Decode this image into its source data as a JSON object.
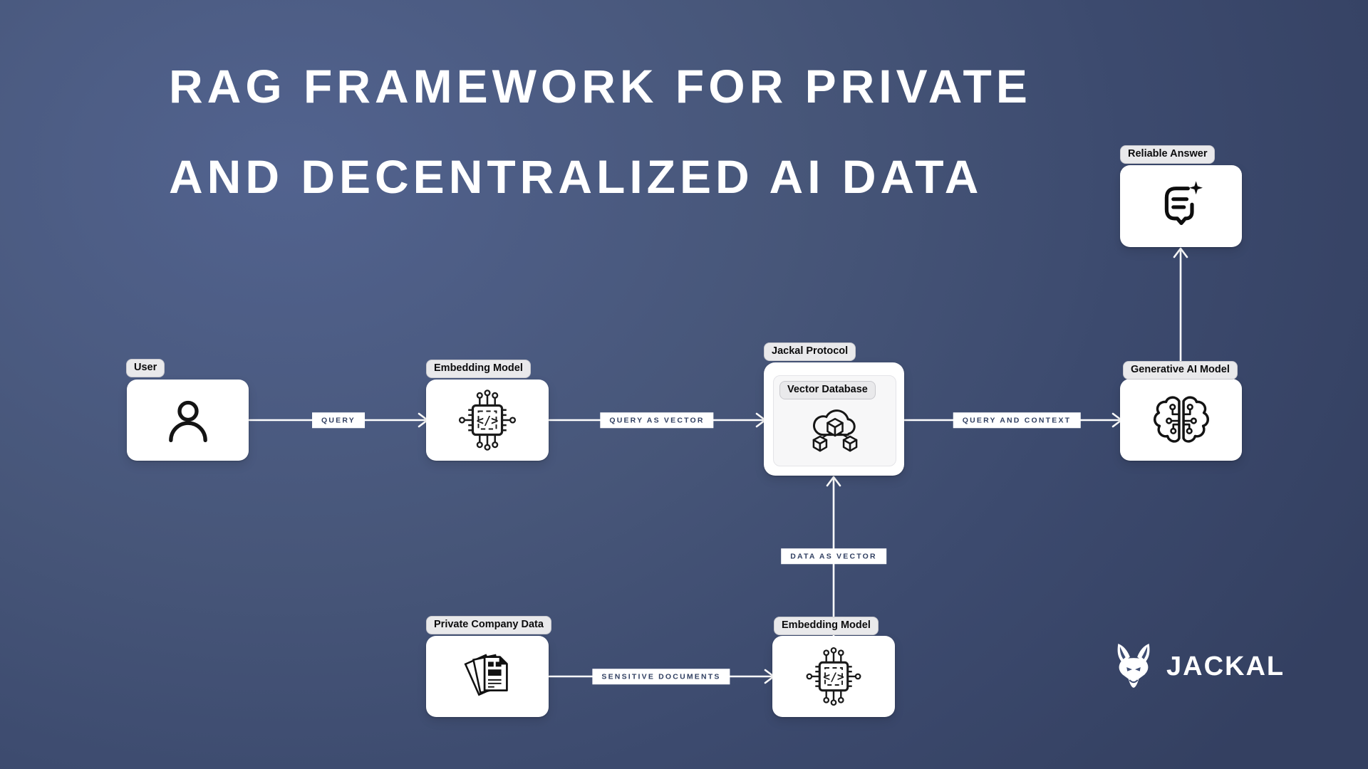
{
  "title": {
    "line1": "RAG FRAMEWORK FOR PRIVATE",
    "line2": "AND DECENTRALIZED AI DATA"
  },
  "nodes": {
    "user": {
      "label": "User",
      "icon": "user-icon"
    },
    "embedding_top": {
      "label": "Embedding Model",
      "icon": "chip-icon"
    },
    "jackal_protocol": {
      "label": "Jackal Protocol"
    },
    "vector_database": {
      "label": "Vector Database",
      "icon": "vector-database-icon"
    },
    "generative_ai": {
      "label": "Generative AI Model",
      "icon": "brain-circuit-icon"
    },
    "reliable_answer": {
      "label": "Reliable Answer",
      "icon": "chat-sparkle-icon"
    },
    "private_company_data": {
      "label": "Private Company Data",
      "icon": "documents-icon"
    },
    "embedding_bottom": {
      "label": "Embedding Model",
      "icon": "chip-icon"
    }
  },
  "edges": {
    "query": {
      "label": "QUERY"
    },
    "query_as_vector": {
      "label": "QUERY AS VECTOR"
    },
    "query_and_context": {
      "label": "QUERY AND CONTEXT"
    },
    "data_as_vector": {
      "label": "DATA AS VECTOR"
    },
    "sensitive_documents": {
      "label": "SENSITIVE DOCUMENTS"
    }
  },
  "branding": {
    "wordmark": "JACKAL",
    "logo_icon": "jackal-head-icon"
  },
  "colors": {
    "background_light": "#52638f",
    "background_dark": "#344061",
    "node_bg": "#ffffff",
    "inner_box_bg": "#f7f7f8",
    "pill_bg": "#e9e9eb",
    "edge_label_text": "#2f3e60",
    "wire": "#ffffff",
    "icon_stroke": "#141414",
    "title_text": "#ffffff"
  }
}
